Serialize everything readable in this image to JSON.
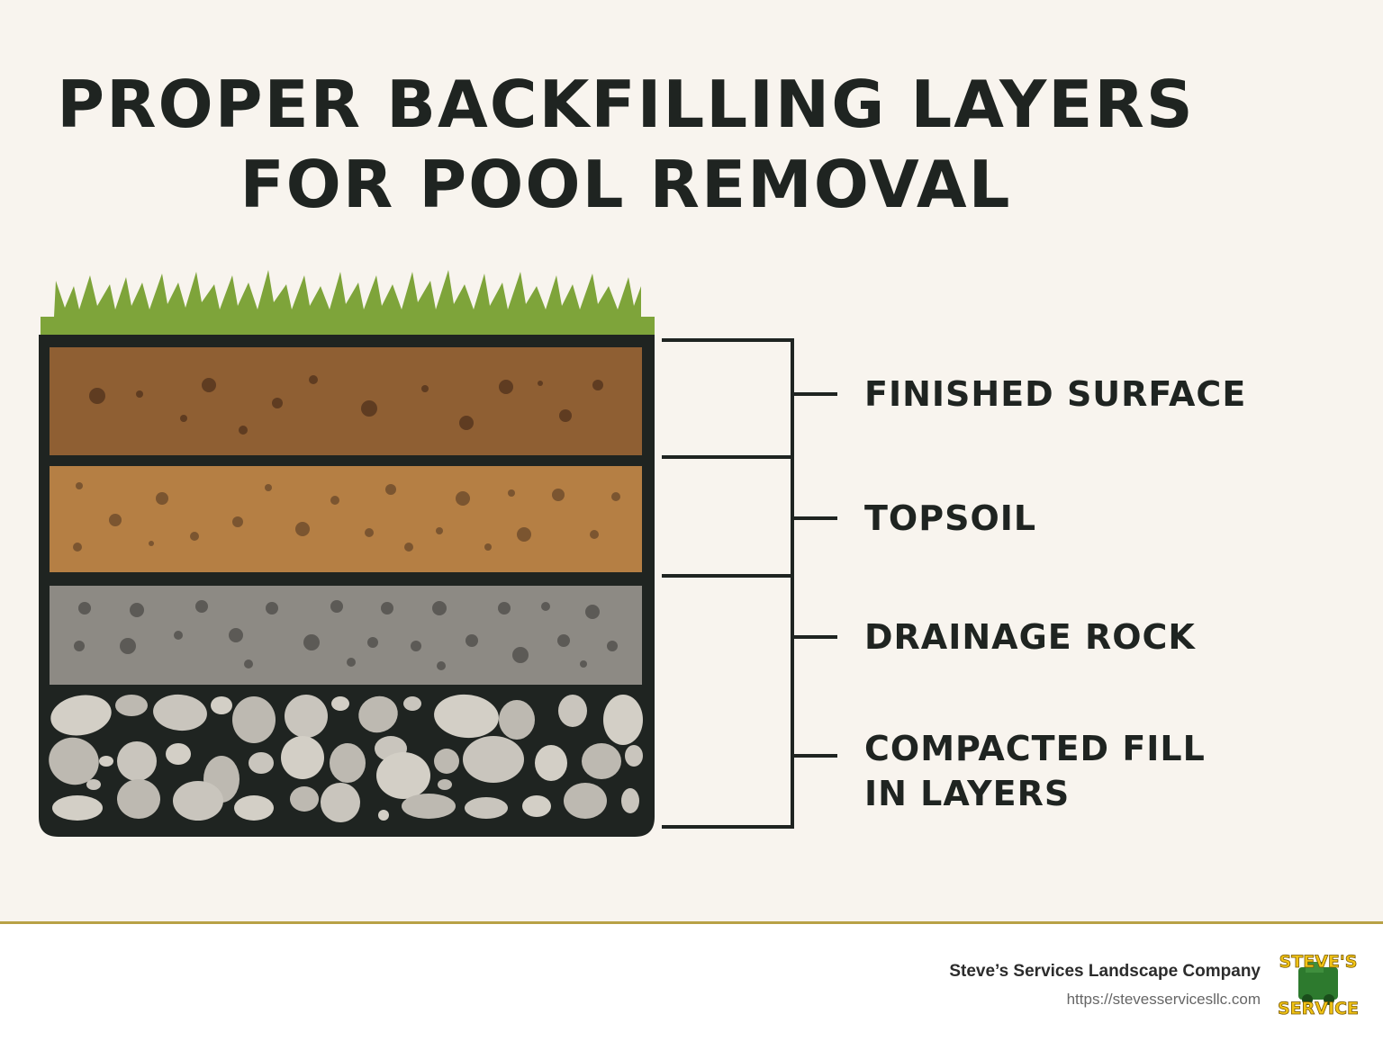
{
  "title": {
    "line1": "PROPER BACKFILLING LAYERS",
    "line2": "FOR POOL REMOVAL"
  },
  "labels": [
    "FINISHED SURFACE",
    "TOPSOIL",
    "DRAINAGE ROCK",
    "COMPACTED FILL",
    "IN LAYERS"
  ],
  "footer": {
    "company": "Steve’s Services Landscape Company",
    "url": "https://stevesservicesllc.com",
    "logo_text_top": "STEVE'S",
    "logo_text_bottom": "SERVICE"
  },
  "colors": {
    "background": "#f8f4ee",
    "grass": "#7ea43a",
    "dark_brown_soil": "#8f5f33",
    "light_brown_soil": "#b57f44",
    "gray_gravel": "#8d8a84",
    "stone": "#c9c5bd",
    "outline": "#1f2421",
    "accent_line": "#b8a146",
    "logo_yellow": "#f1c315",
    "logo_green": "#2d7a2e"
  }
}
